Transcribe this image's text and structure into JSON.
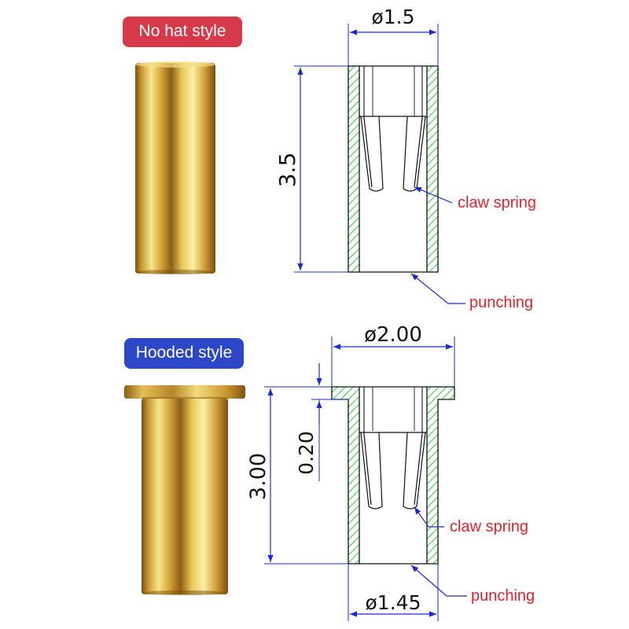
{
  "colors": {
    "badge_nohat": "#d63a49",
    "badge_hooded": "#2c48c8",
    "dimension_line": "#1a2ad8",
    "leader_line": "#1a2ad8",
    "callout_text": "#e8202a",
    "hatch": "#37d44a",
    "outline": "#111111",
    "brass_light": "#f6e27a",
    "brass_mid": "#d9a93a",
    "brass_dark": "#8a5c16"
  },
  "no_hat": {
    "badge": "No hat style",
    "dim_diameter": "ø1.5",
    "dim_length": "3.5",
    "callout_spring": "claw spring",
    "callout_punch": "punching"
  },
  "hooded": {
    "badge": "Hooded style",
    "dim_top_diameter": "ø2.00",
    "dim_flange": "0.20",
    "dim_length": "3.00",
    "dim_bottom_diameter": "ø1.45",
    "callout_spring": "claw spring",
    "callout_punch": "punching"
  }
}
